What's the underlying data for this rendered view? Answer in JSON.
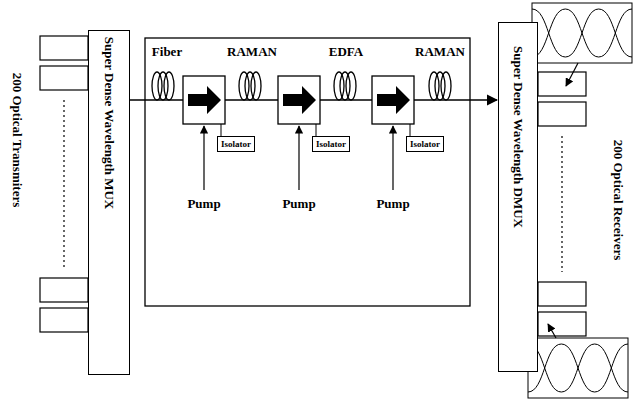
{
  "diagram": {
    "nodes": [
      {
        "text": [
          "Super Dense Wavelength MUX"
        ]
      },
      {
        "text": [
          "Isolator"
        ]
      },
      {
        "text": [
          "Isolator"
        ]
      },
      {
        "text": [
          "Isolator"
        ]
      },
      {
        "text": [
          "Super Dense Wavelength DMUX"
        ]
      }
    ],
    "edges": [
      {
        "from": 0,
        "to": 4,
        "arrow": "to"
      }
    ],
    "labels": [
      "200 Optical Transmiters",
      "Fiber",
      "RAMAN",
      "EDFA",
      "RAMAN",
      "Pump",
      "Pump",
      "Pump",
      "200 Optical Receivers"
    ]
  }
}
